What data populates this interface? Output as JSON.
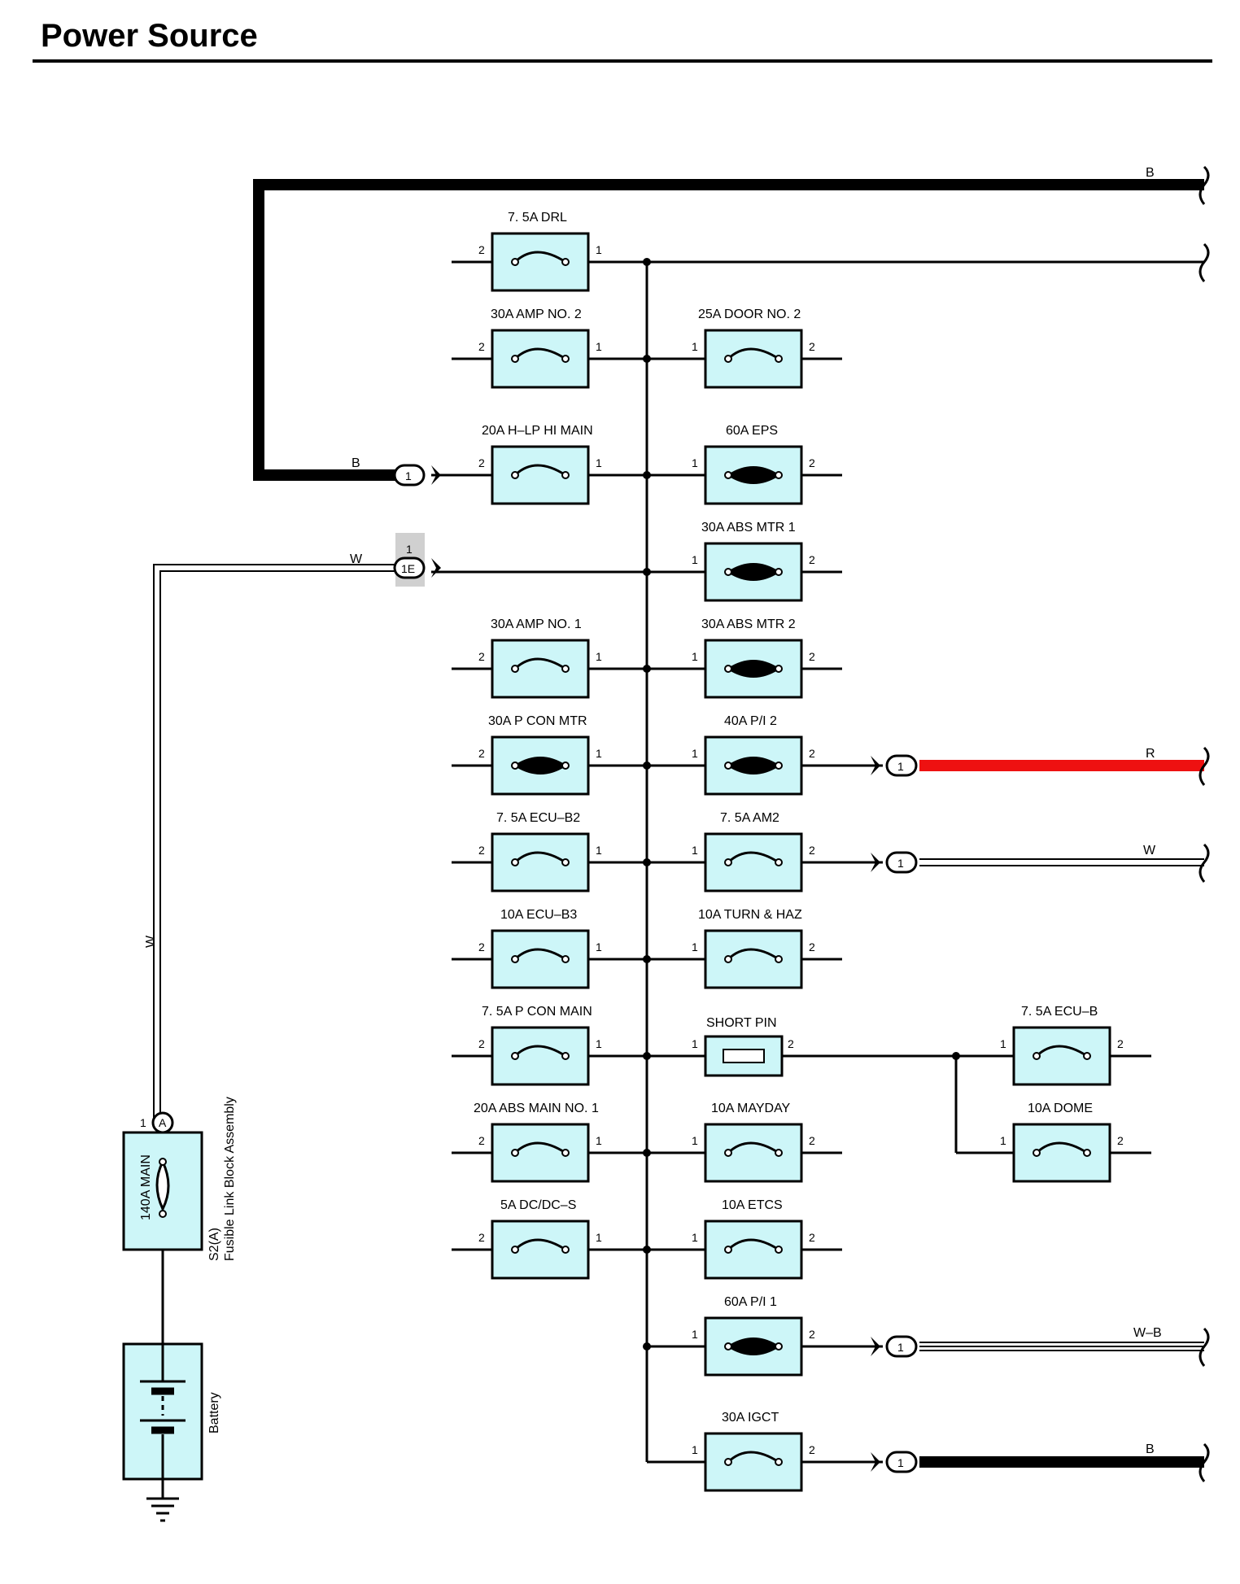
{
  "title": "Power Source",
  "colors": {
    "fuse_fill": "#cdf6f8",
    "heavy_wire": "#000000",
    "red_wire": "#ee1111",
    "connector_shade": "#d0d0d0"
  },
  "wire_labels": {
    "top_b": "B",
    "left_b": "B",
    "left_w": "W",
    "vertical_w": "W",
    "r": "R",
    "w": "W",
    "wb": "W–B",
    "bottom_b": "B"
  },
  "connectors": {
    "c1": "1",
    "c1e_pin": "1",
    "c1e": "1E",
    "p1": "1",
    "p2": "1",
    "p3": "1",
    "p4": "1"
  },
  "fuses": {
    "drl": {
      "label": "7. 5A DRL",
      "pin_left": "2",
      "pin_right": "1"
    },
    "amp2": {
      "label": "30A AMP NO. 2",
      "pin_left": "2",
      "pin_right": "1"
    },
    "hlp": {
      "label": "20A H–LP HI MAIN",
      "pin_left": "2",
      "pin_right": "1"
    },
    "amp1": {
      "label": "30A AMP NO. 1",
      "pin_left": "2",
      "pin_right": "1"
    },
    "pconmtr": {
      "label": "30A P CON MTR",
      "pin_left": "2",
      "pin_right": "1"
    },
    "ecub2": {
      "label": "7. 5A ECU–B2",
      "pin_left": "2",
      "pin_right": "1"
    },
    "ecub3": {
      "label": "10A ECU–B3",
      "pin_left": "2",
      "pin_right": "1"
    },
    "pconmain": {
      "label": "7. 5A P CON MAIN",
      "pin_left": "2",
      "pin_right": "1"
    },
    "absmain1": {
      "label": "20A ABS MAIN NO. 1",
      "pin_left": "2",
      "pin_right": "1"
    },
    "dcdc": {
      "label": "5A DC/DC–S",
      "pin_left": "2",
      "pin_right": "1"
    },
    "door2": {
      "label": "25A DOOR NO. 2",
      "pin_left": "1",
      "pin_right": "2"
    },
    "eps": {
      "label": "60A EPS",
      "pin_left": "1",
      "pin_right": "2"
    },
    "absmtr1": {
      "label": "30A ABS MTR 1",
      "pin_left": "1",
      "pin_right": "2"
    },
    "absmtr2": {
      "label": "30A ABS MTR 2",
      "pin_left": "1",
      "pin_right": "2"
    },
    "pi2": {
      "label": "40A P/I 2",
      "pin_left": "1",
      "pin_right": "2"
    },
    "am2": {
      "label": "7. 5A AM2",
      "pin_left": "1",
      "pin_right": "2"
    },
    "turnhaz": {
      "label": "10A TURN & HAZ",
      "pin_left": "1",
      "pin_right": "2"
    },
    "shortpin": {
      "label": "SHORT PIN",
      "pin_left": "1",
      "pin_right": "2"
    },
    "mayday": {
      "label": "10A MAYDAY",
      "pin_left": "1",
      "pin_right": "2"
    },
    "etcs": {
      "label": "10A ETCS",
      "pin_left": "1",
      "pin_right": "2"
    },
    "pi1": {
      "label": "60A P/I 1",
      "pin_left": "1",
      "pin_right": "2"
    },
    "igct": {
      "label": "30A IGCT",
      "pin_left": "1",
      "pin_right": "2"
    },
    "ecub": {
      "label": "7. 5A ECU–B",
      "pin_left": "1",
      "pin_right": "2"
    },
    "dome": {
      "label": "10A DOME",
      "pin_left": "1",
      "pin_right": "2"
    }
  },
  "main_fuse": {
    "label": "140A MAIN",
    "pin": "1",
    "conn": "A",
    "part": "S2(A)",
    "part_name": "Fusible Link Block Assembly"
  },
  "battery": {
    "label": "Battery"
  }
}
